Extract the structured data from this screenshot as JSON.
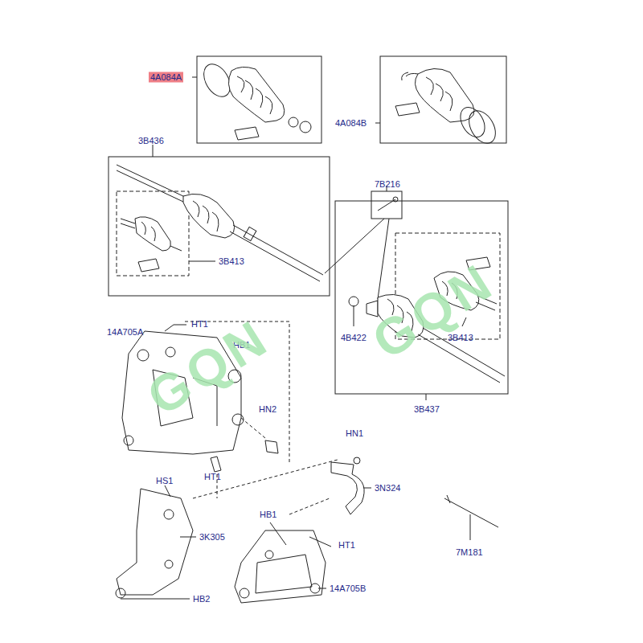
{
  "diagram": {
    "labels": [
      "4A084A",
      "4A084B",
      "3B436",
      "7B216",
      "3B413",
      "4B422",
      "3B413",
      "14A705A",
      "HT1",
      "HB1",
      "3B437",
      "HN2",
      "HN1",
      "HT1",
      "HS1",
      "3N324",
      "HB1",
      "HT1",
      "3K305",
      "7M181",
      "14A705B",
      "HB2",
      "GQN",
      "GQN"
    ]
  }
}
